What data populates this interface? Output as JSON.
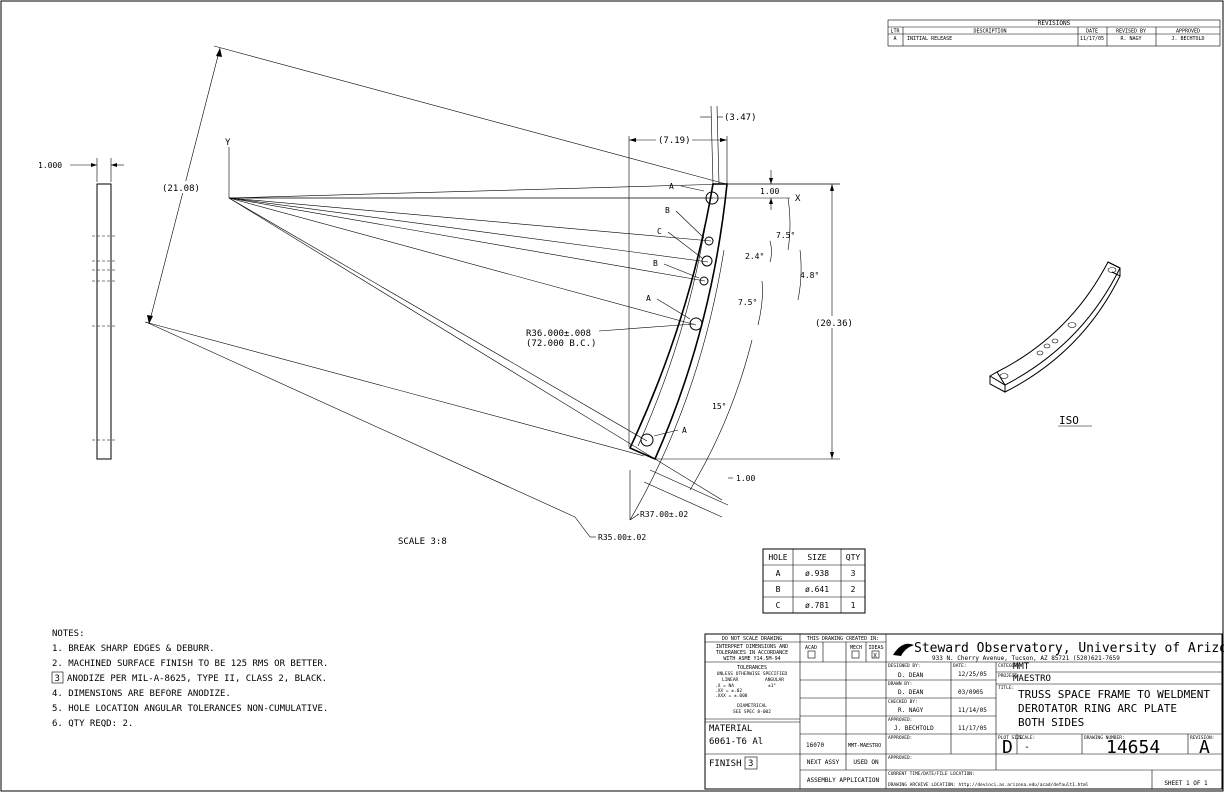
{
  "revisions": {
    "title": "REVISIONS",
    "headers": [
      "LTR",
      "DESCRIPTION",
      "DATE",
      "REVISED BY",
      "APPROVED"
    ],
    "rows": [
      [
        "A",
        "INITIAL RELEASE",
        "11/17/05",
        "R. NAGY",
        "J. BECHTOLD"
      ]
    ]
  },
  "dims": {
    "edge_width": "1.000",
    "d2108": "(21.08)",
    "d719": "(7.19)",
    "d347": "(3.47)",
    "d100_top": "1.00",
    "angle75a": "7.5°",
    "angle24": "2.4°",
    "angle48": "4.8°",
    "angle75b": "7.5°",
    "d2036": "(20.36)",
    "r36": "R36.000±.008",
    "bc": "(72.000 B.C.)",
    "angle15": "15°",
    "d100_bottom": "1.00",
    "r37": "R37.00±.02",
    "r35": "R35.00±.02"
  },
  "axes": {
    "y": "Y",
    "x": "X"
  },
  "hole_labels": {
    "a": "A",
    "b": "B",
    "c": "C"
  },
  "scale_note": "SCALE 3:8",
  "iso_label": "ISO",
  "hole_table": {
    "headers": [
      "HOLE",
      "SIZE",
      "QTY"
    ],
    "rows": [
      [
        "A",
        "ø.938",
        "3"
      ],
      [
        "B",
        "ø.641",
        "2"
      ],
      [
        "C",
        "ø.781",
        "1"
      ]
    ]
  },
  "notes": {
    "title": "NOTES:",
    "items": [
      "1. BREAK SHARP EDGES & DEBURR.",
      "2. MACHINED SURFACE FINISH TO BE 125 RMS OR BETTER.",
      "ANODIZE PER MIL-A-8625, TYPE II, CLASS 2, BLACK.",
      "4. DIMENSIONS ARE BEFORE ANODIZE.",
      "5. HOLE LOCATION ANGULAR TOLERANCES NON-CUMULATIVE.",
      "6. QTY REQD: 2."
    ],
    "flag3": "3"
  },
  "title_block": {
    "do_not_scale": "DO NOT SCALE DRAWING",
    "interpret1": "INTERPRET DIMENSIONS AND",
    "interpret2": "TOLERANCES IN ACCORDANCE",
    "interpret3": "WITH ASME Y14.5M-94",
    "tolerances": "TOLERANCES",
    "unless": "UNLESS OTHERWISE SPECIFIED",
    "linear": "LINEAR",
    "angular": "ANGULAR",
    "tol1": ".X   = NA",
    "tol2": ".XX  = ±.02",
    "tol3": ".XXX = ±.008",
    "tol_ang": "±1°",
    "diametrical": "DIAMETRICAL",
    "see_spec": "SEE SPEC 8-002",
    "material_label": "MATERIAL",
    "material": "6061-T6 Al",
    "finish_label": "FINISH",
    "finish_flag": "3",
    "created_in": "THIS DRAWING CREATED IN:",
    "sw_acad": "ACAD",
    "sw_mech": "MECH",
    "sw_ideas": "IDEAS",
    "ideas_mark": "X",
    "next_assy_no": "16070",
    "used_on_val": "MMT-MAESTRO",
    "next_assy": "NEXT ASSY",
    "used_on": "USED ON",
    "assembly_application": "ASSEMBLY APPLICATION",
    "company": "Steward Observatory, University of Arizona",
    "address": "933 N. Cherry Avenue, Tucson, AZ  85721   (520)621-7659",
    "designed_by_label": "DESIGNED BY:",
    "designed_by": "D. DEAN",
    "date_label": "DATE:",
    "designed_date": "12/25/05",
    "drawn_by_label": "DRAWN BY:",
    "drawn_by": "D. DEAN",
    "drawn_date": "03/0905",
    "checked_by_label": "CHECKED BY:",
    "checked_by": "R. NAGY",
    "checked_date": "11/14/05",
    "approved_label": "APPROVED:",
    "approved_by": "J. BECHTOLD",
    "approved_date": "11/17/05",
    "category_label": "CATEGORY:",
    "category": "MMT",
    "project_label": "PROJECT:",
    "project": "MAESTRO",
    "title_label": "TITLE:",
    "title1": "TRUSS SPACE FRAME TO WELDMENT",
    "title2": "DEROTATOR RING ARC PLATE",
    "title3": "BOTH SIDES",
    "plot_size_label": "PLOT SIZE",
    "plot_size": "D",
    "scale_label": "SCALE:",
    "scale": "-",
    "drawing_number_label": "DRAWING NUMBER:",
    "drawing_number": "14654",
    "revision_label": "REVISION:",
    "revision": "A",
    "current_time_label": "CURRENT TIME/DATE/FILE LOCATION:",
    "archive": "DRAWING ARCHIVE LOCATION: http://devinci.as.arizona.edu/acad/default1.html",
    "sheet": "SHEET 1 OF 1"
  }
}
